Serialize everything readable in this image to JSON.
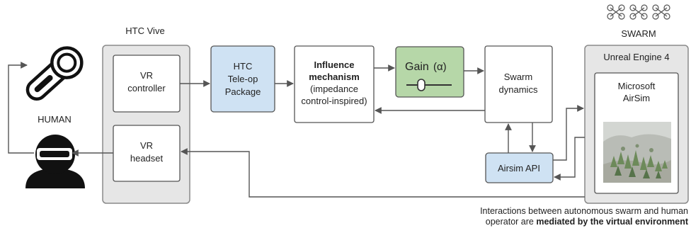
{
  "labels": {
    "htc_vive": "HTC Vive",
    "human": "HUMAN",
    "vr_controller": [
      "VR",
      "controller"
    ],
    "vr_headset": [
      "VR",
      "headset"
    ],
    "teleop": [
      "HTC",
      "Tele-op",
      "Package"
    ],
    "influence": [
      "Influence",
      "mechanism",
      "(impedance",
      "control-inspired)"
    ],
    "gain": "Gain",
    "gain_symbol": "(α)",
    "swarm_dynamics": [
      "Swarm",
      "dynamics"
    ],
    "airsim_api": "Airsim API",
    "swarm": "SWARM",
    "unreal": "Unreal Engine 4",
    "airsim": [
      "Microsoft",
      "AirSim"
    ]
  },
  "caption": {
    "line1_a": "Interactions between autonomous swarm and human",
    "line2_a": "operator are ",
    "line2_b": "mediated by the virtual environment"
  },
  "colors": {
    "panel_fill": "#e6e6e6",
    "teleop_fill": "#cfe2f3",
    "gain_fill": "#b6d7a8",
    "airsim_api_fill": "#cfe2f3",
    "stroke": "#555555"
  }
}
